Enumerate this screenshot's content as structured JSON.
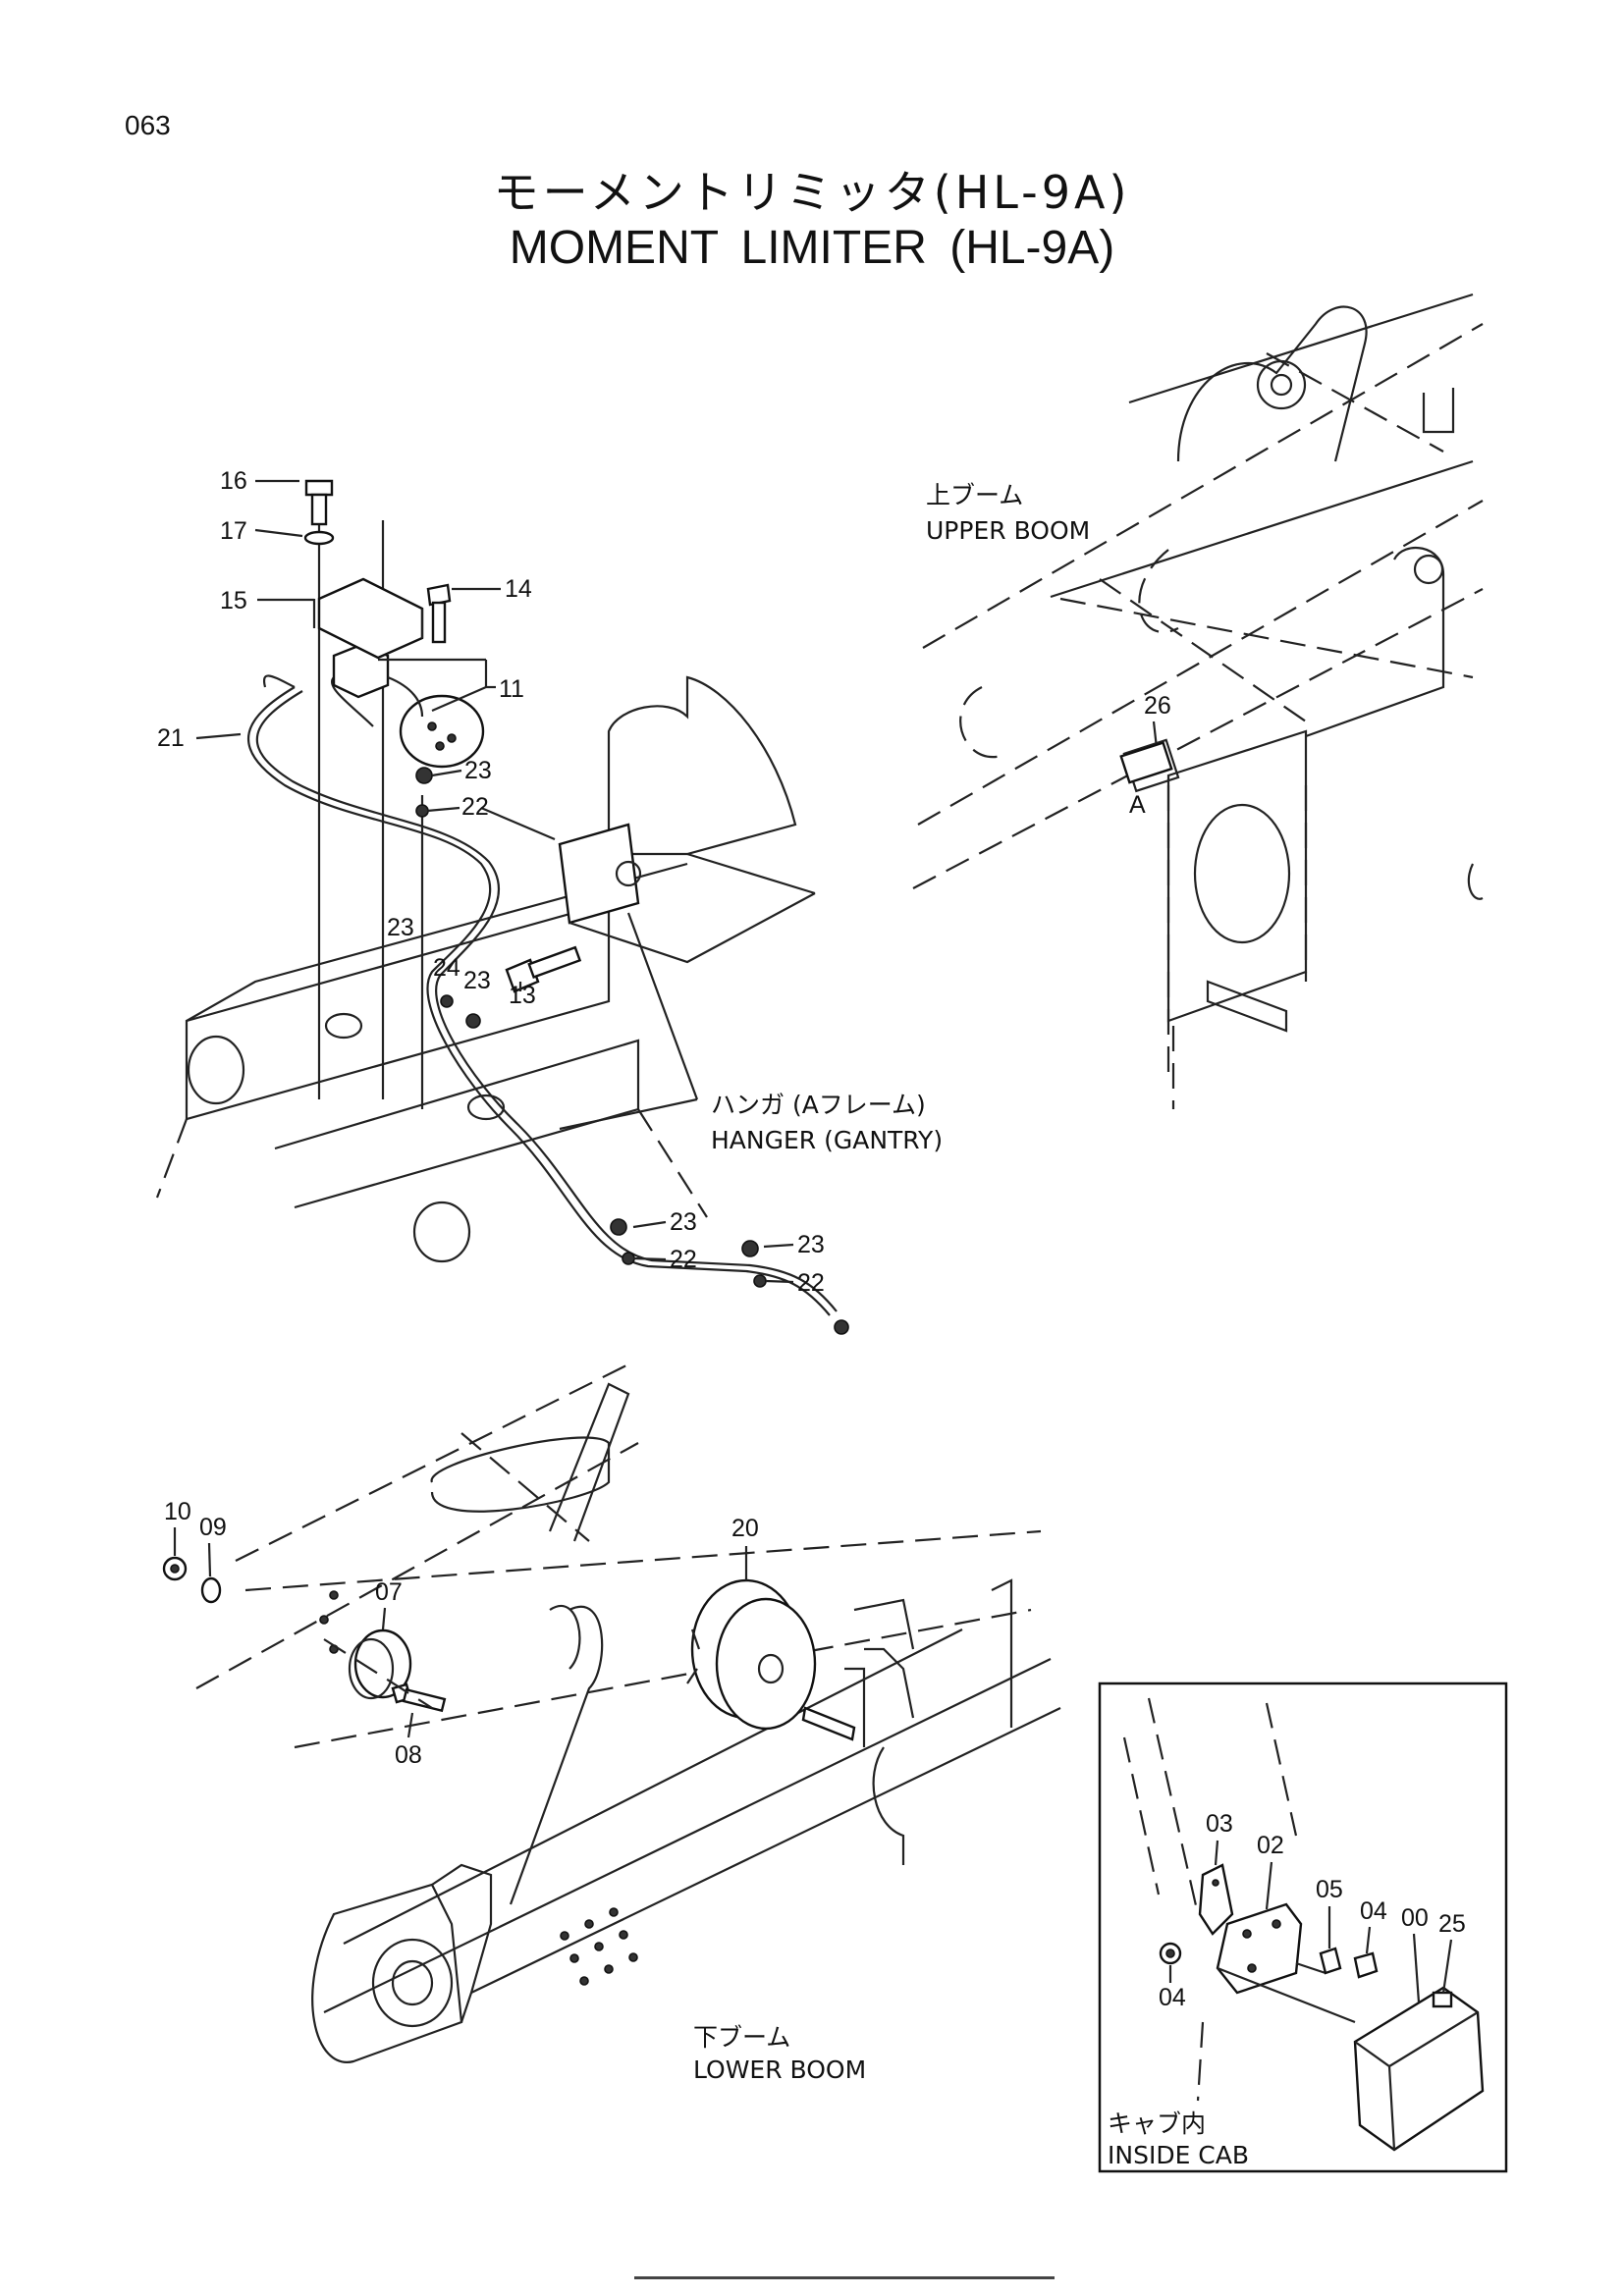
{
  "page_number": "063",
  "title_jp": "モーメントリミッタ(HL-9A)",
  "title_en": "MOMENT    LIMITER (HL-9A)",
  "sections": {
    "upper_boom": {
      "jp": "上ブーム",
      "en": "UPPER BOOM"
    },
    "hanger": {
      "jp": "ハンガ (Aフレーム)",
      "en": "HANGER (GANTRY)"
    },
    "lower_boom": {
      "jp": "下ブーム",
      "en": "LOWER BOOM"
    },
    "inside_cab": {
      "jp": "キャブ内",
      "en": "INSIDE CAB"
    }
  },
  "callouts": {
    "c16": "16",
    "c17": "17",
    "c15": "15",
    "c14": "14",
    "c11": "11",
    "c21": "21",
    "c23a": "23",
    "c22a": "22",
    "c23b": "23",
    "c24": "24",
    "c23c": "23",
    "c13": "13",
    "c23d": "23",
    "c22b": "22",
    "c23e": "23",
    "c22c": "22",
    "c26": "26",
    "c26_letter": "A",
    "c10": "10",
    "c09": "09",
    "c07": "07",
    "c08": "08",
    "c20": "20",
    "c03": "03",
    "c02": "02",
    "c05": "05",
    "c04a": "04",
    "c00": "00",
    "c25": "25",
    "c04b": "04"
  }
}
